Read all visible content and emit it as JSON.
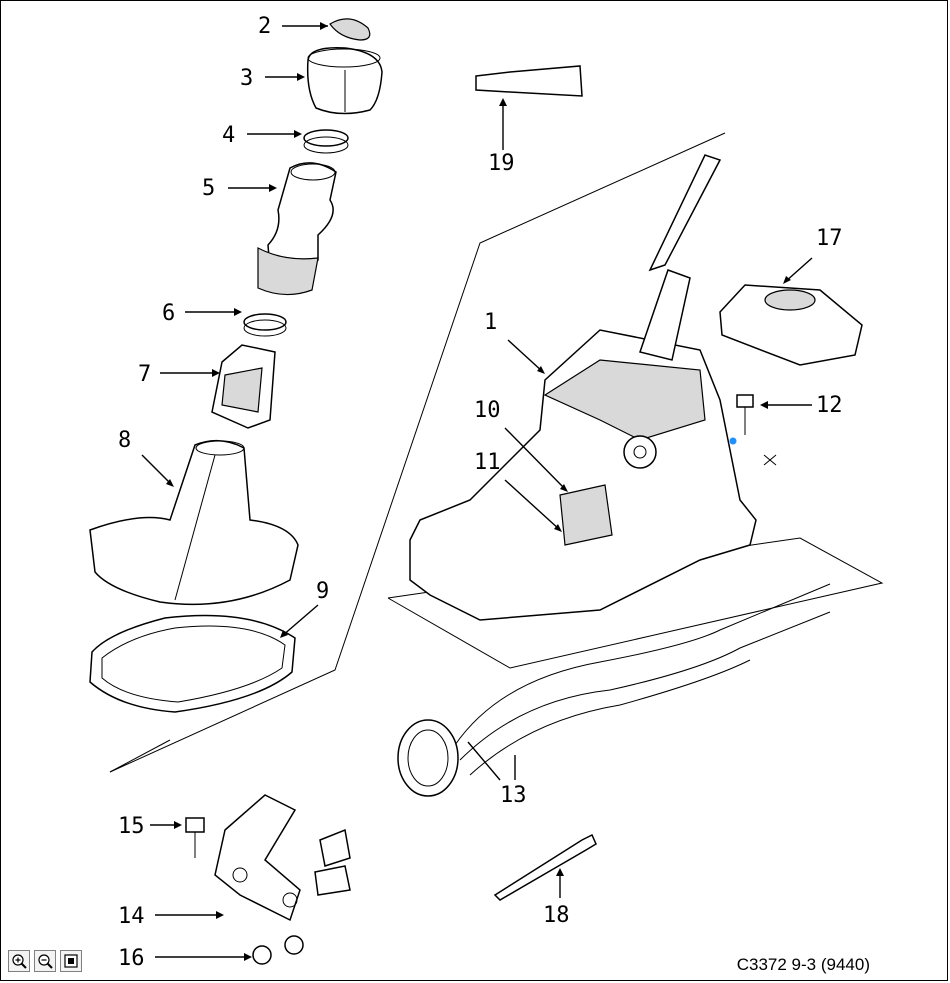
{
  "caption": "C3372 9-3 (9440)",
  "callouts": {
    "c1": "1",
    "c2": "2",
    "c3": "3",
    "c4": "4",
    "c5": "5",
    "c6": "6",
    "c7": "7",
    "c8": "8",
    "c9": "9",
    "c10": "10",
    "c11": "11",
    "c12": "12",
    "c13": "13",
    "c14": "14",
    "c15": "15",
    "c16": "16",
    "c17": "17",
    "c18": "18",
    "c19": "19"
  },
  "toolbar": {
    "zoom_in_icon": "zoom-in-icon",
    "zoom_out_icon": "zoom-out-icon",
    "fit_icon": "fit-page-icon"
  }
}
